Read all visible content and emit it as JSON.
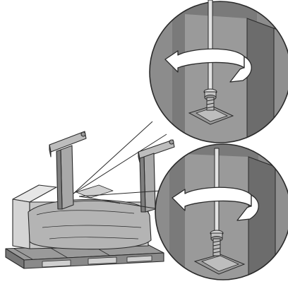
{
  "figure": {
    "subject": "stand-assembly-on-pallet",
    "callouts": [
      {
        "id": "upper",
        "icons": [
          "rotate-arrow-icon",
          "screwdriver-icon",
          "screw-icon"
        ]
      },
      {
        "id": "lower",
        "icons": [
          "rotate-arrow-icon",
          "screwdriver-icon",
          "screw-icon"
        ]
      }
    ],
    "colors": {
      "line": "#2a2a2a",
      "metal_light": "#cfcfcf",
      "metal_mid": "#a9a9a9",
      "metal_dark": "#7d7d7d",
      "foam": "#b7b7b7",
      "panel": "#6f6f6f",
      "panel_light": "#9a9a9a",
      "arrow_fill": "#ffffff"
    }
  }
}
